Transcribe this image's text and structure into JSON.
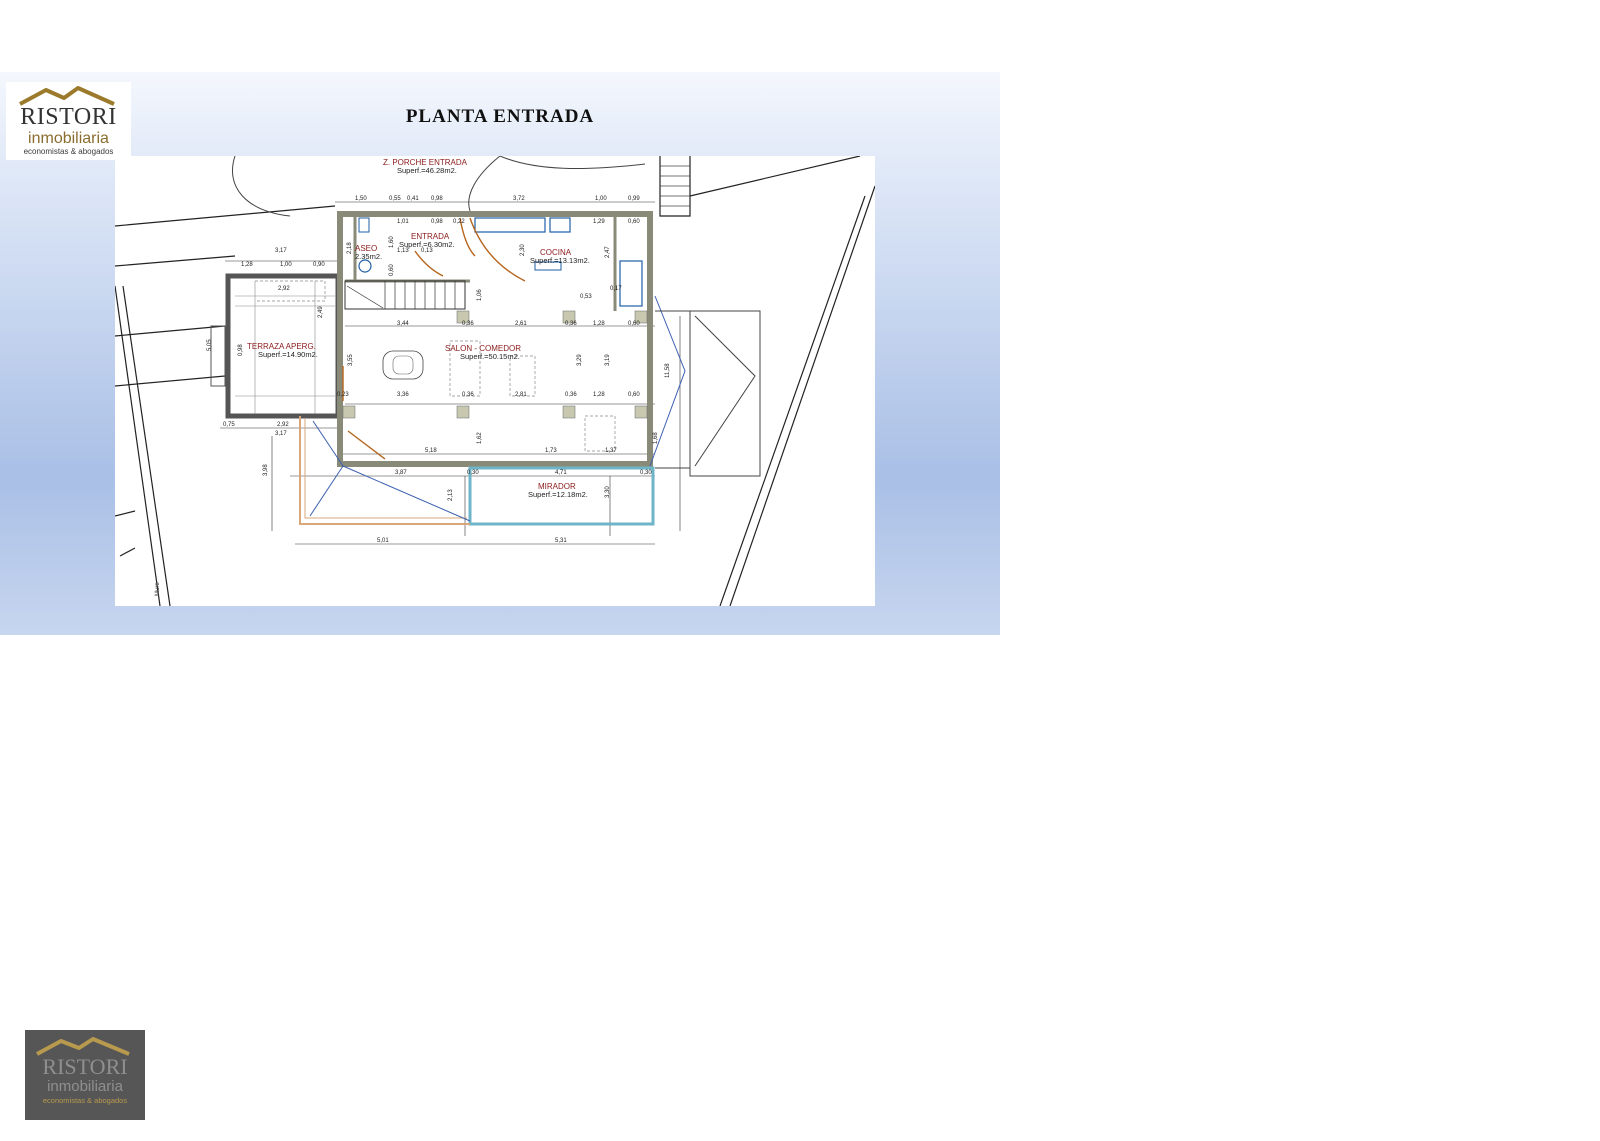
{
  "brand": {
    "name": "RISTORI",
    "sub": "inmobiliaria",
    "tagline": "economistas & abogados",
    "gold": "#9c7a2c"
  },
  "title": "PLANTA ENTRADA",
  "rooms": [
    {
      "name": "Z. PORCHE  ENTRADA",
      "area": "Superf.=46.28m2."
    },
    {
      "name": "ENTRADA",
      "area": "Superf.=6.30m2."
    },
    {
      "name": "ASEO",
      "area": "2.35m2."
    },
    {
      "name": "COCINA",
      "area": "Superf.=13.13m2."
    },
    {
      "name": "SALON  -  COMEDOR",
      "area": "Superf.=50.15m2."
    },
    {
      "name": "TERRAZA APERG.",
      "area": "Superf.=14.90m2."
    },
    {
      "name": "MIRADOR",
      "area": "Superf.=12.18m2."
    }
  ],
  "dims": {
    "top": [
      "1,50",
      "0,55",
      "0,41",
      "0,98",
      "3,72",
      "1,00",
      "0,99"
    ],
    "row2": [
      "1,01",
      "0,98",
      "0,22",
      "1,29",
      "0,60"
    ],
    "left": [
      "3,17",
      "1,28",
      "1,00",
      "0,90",
      "2,92"
    ],
    "mid1": [
      "3,44",
      "0,36",
      "2,61",
      "0,36",
      "1,28",
      "0,60"
    ],
    "mid2": [
      "0,23",
      "3,36",
      "0,36",
      "2,81",
      "0,36",
      "1,28",
      "0,60"
    ],
    "low": [
      "0,75",
      "2,92",
      "3,17",
      "5,18",
      "1,73",
      "1,37"
    ],
    "bot": [
      "3,87",
      "0,30",
      "4,71",
      "0,30"
    ],
    "base": [
      "5,01",
      "5,31"
    ],
    "vert": [
      "2,18",
      "1,60",
      "0,60",
      "2,30",
      "2,47",
      "1,06",
      "2,49",
      "3,55",
      "3,29",
      "3,19",
      "1,62",
      "1,68",
      "3,98",
      "2,13",
      "3,30",
      "11,58",
      "5,05",
      "0,98"
    ],
    "misc": [
      "1,13",
      "0,13",
      "0,17",
      "0,53"
    ],
    "muro": "Muro"
  }
}
